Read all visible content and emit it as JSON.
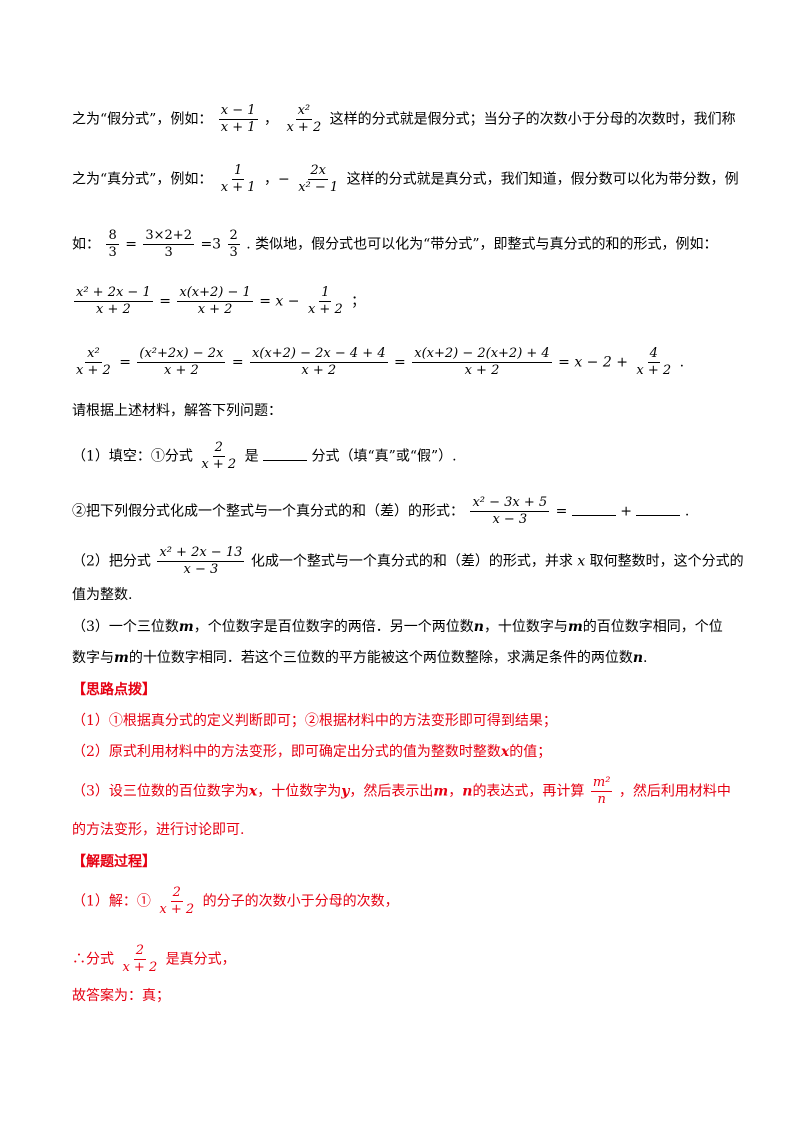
{
  "para1": {
    "a": "之为“假分式”，例如：",
    "f1n": "x − 1",
    "f1d": "x + 1",
    "sep": "，",
    "f2n": "x²",
    "f2d": "x + 2",
    "b": "这样的分式就是假分式；当分子的次数小于分母的次数时，我们称"
  },
  "para2": {
    "a": "之为“真分式”，例如：",
    "f1n": "1",
    "f1d": "x + 1",
    "sep": "，−",
    "f2n": "2x",
    "f2d": "x² − 1",
    "b": "这样的分式就是真分式，我们知道，假分数可以化为带分数，例"
  },
  "para3": {
    "a": "如：",
    "f1n": "8",
    "f1d": "3",
    "eq1": "=",
    "f2n": "3×2+2",
    "f2d": "3",
    "eq2": "=3",
    "f3n": "2",
    "f3d": "3",
    "b": ". 类似地，假分式也可以化为“带分式”，即整式与真分式的和的形式，例如："
  },
  "eq1": {
    "f1n": "x² + 2x − 1",
    "f1d": "x + 2",
    "eq": "=",
    "f2n": "x(x+2) − 1",
    "f2d": "x + 2",
    "mid": "= x −",
    "f3n": "1",
    "f3d": "x + 2",
    "end": "；"
  },
  "eq2": {
    "f1n": "x²",
    "f1d": "x + 2",
    "f2n": "(x²+2x) − 2x",
    "f2d": "x + 2",
    "f3n": "x(x+2) − 2x − 4 + 4",
    "f3d": "x + 2",
    "f4n": "x(x+2) − 2(x+2) + 4",
    "f4d": "x + 2",
    "mid": "= x − 2 +",
    "f5n": "4",
    "f5d": "x + 2",
    "eq": "=",
    "end": "."
  },
  "intro": "请根据上述材料，解答下列问题：",
  "q1": {
    "a": "（1）填空：①分式",
    "fn": "2",
    "fd": "x + 2",
    "b": "是",
    "c": "分式（填“真”或“假”）."
  },
  "q1b": {
    "a": "②把下列假分式化成一个整式与一个真分式的和（差）的形式：",
    "fn": "x² − 3x + 5",
    "fd": "x − 3",
    "eq": "=",
    "plus": "+",
    "end": "."
  },
  "q2": {
    "a": "（2）把分式",
    "fn": "x² + 2x − 13",
    "fd": "x − 3",
    "b": "化成一个整式与一个真分式的和（差）的形式，并求",
    "x": "x",
    "c": "取何整数时，这个分式的"
  },
  "q2b": "值为整数.",
  "q3": {
    "a": "（3）一个三位数",
    "m": "m",
    "b": "，个位数字是百位数字的两倍．另一个两位数",
    "n": "n",
    "c": "，十位数字与",
    "m2": "m",
    "d": "的百位数字相同，个位"
  },
  "q3b": {
    "a": "数字与",
    "m": "m",
    "b": "的十位数字相同．若这个三位数的平方能被这个两位数整除，求满足条件的两位数",
    "n": "n",
    "end": "."
  },
  "hint_title": "【思路点拨】",
  "h1": "（1）①根据真分式的定义判断即可；②根据材料中的方法变形即可得到结果；",
  "h2": {
    "a": "（2）原式利用材料中的方法变形，即可确定出分式的值为整数时整数",
    "x": "x",
    "b": "的值；"
  },
  "h3": {
    "a": "（3）设三位数的百位数字为",
    "x": "x",
    "b": "，十位数字为",
    "y": "y",
    "c": "，然后表示出",
    "m": "m",
    "d": "，",
    "n": "n",
    "e": "的表达式，再计算",
    "fn": "m²",
    "fd": "n",
    "f": "，然后利用材料中"
  },
  "h3b": "的方法变形，进行讨论即可.",
  "sol_title": "【解题过程】",
  "s1": {
    "a": "（1）解：①",
    "fn": "2",
    "fd": "x + 2",
    "b": "的分子的次数小于分母的次数，"
  },
  "s2": {
    "a": "∴分式",
    "fn": "2",
    "fd": "x + 2",
    "b": "是真分式，"
  },
  "s3": "故答案为：真；"
}
